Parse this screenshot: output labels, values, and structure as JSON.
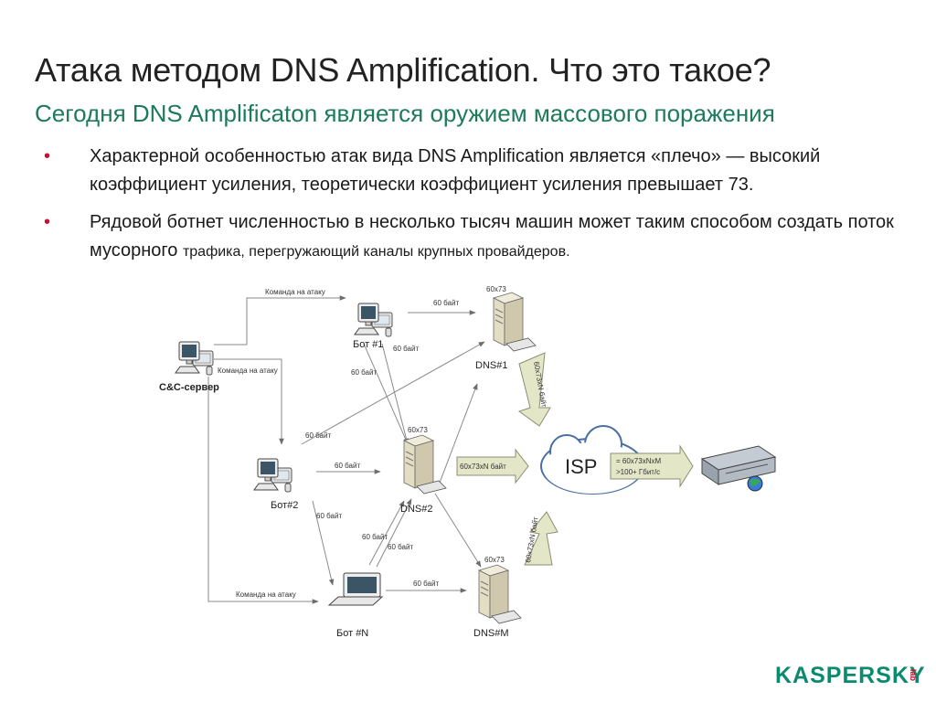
{
  "header": {
    "title": "Атака методом DNS Amplification. Что это такое?",
    "subtitle": "Сегодня DNS Amplificaton является оружием массового поражения"
  },
  "bullets": [
    {
      "text": "Характерной особенностью атак вида DNS Amplification является «плечо» — высокий коэффициент усиления, теоретически коэффициент усиления превышает 73.",
      "small": ""
    },
    {
      "text": "Рядовой ботнет численностью в несколько тысяч машин может таким способом создать поток мусорного ",
      "small": "трафика, перегружающий каналы крупных провайдеров."
    }
  ],
  "diagram": {
    "nodes": {
      "cc": "C&C-сервер",
      "bot1": "Бот #1",
      "bot2": "Бот#2",
      "botn": "Бот #N",
      "dns1": "DNS#1",
      "dns2": "DNS#2",
      "dnsm": "DNS#M",
      "isp": "ISP"
    },
    "labels": {
      "command": "Команда на атаку",
      "bytes60": "60 байт",
      "size": "60x73",
      "flow_n": "60x73xN байт",
      "isp_line1": "= 60x73xNxM",
      "isp_line2": ">100+ Гбит/с"
    },
    "icons": [
      "desktop-computer-icon",
      "laptop-icon",
      "tower-server-icon",
      "cloud-icon",
      "rack-server-icon",
      "globe-icon"
    ],
    "colors": {
      "arrow_fill": "#e3e6c7",
      "arrow_stroke": "#8d8d74",
      "server_body": "#e3ddc4",
      "line": "#8a8a8a"
    }
  },
  "logo": {
    "text": "KASPERSKY",
    "lab": "lab"
  }
}
